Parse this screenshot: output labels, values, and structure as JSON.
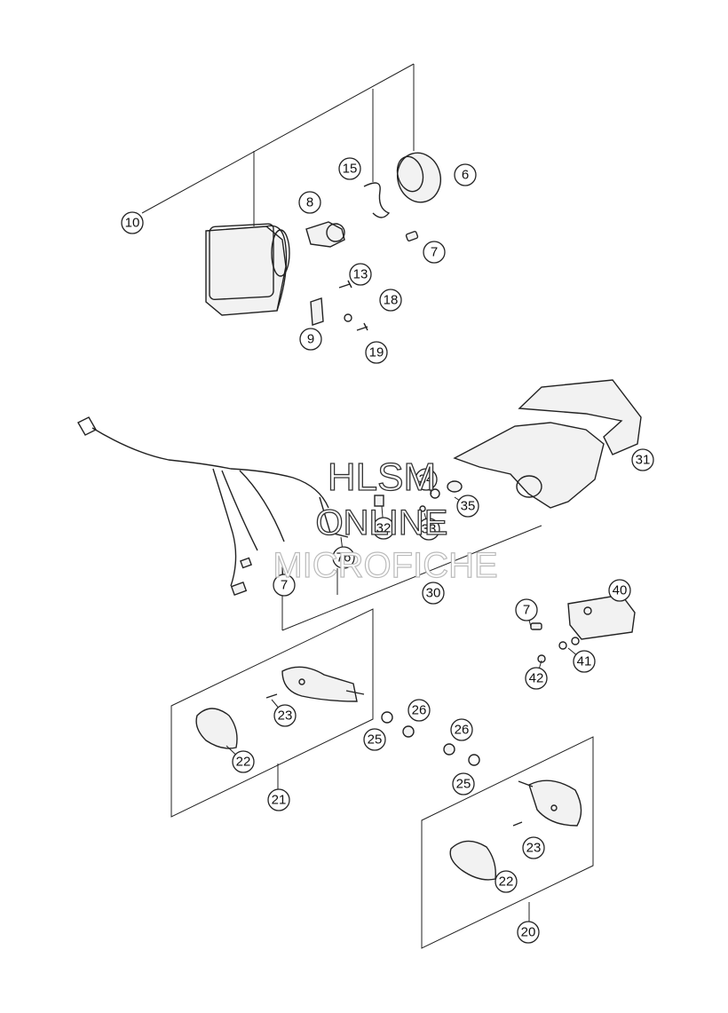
{
  "watermark": {
    "line1": "HLSM",
    "line2": "ONLINE",
    "line3": "MICROFICHE"
  },
  "callouts": [
    {
      "id": "c10",
      "label": "10"
    },
    {
      "id": "c15",
      "label": "15"
    },
    {
      "id": "c6",
      "label": "6"
    },
    {
      "id": "c8",
      "label": "8"
    },
    {
      "id": "c7a",
      "label": "7"
    },
    {
      "id": "c13",
      "label": "13"
    },
    {
      "id": "c18",
      "label": "18"
    },
    {
      "id": "c9",
      "label": "9"
    },
    {
      "id": "c19",
      "label": "19"
    },
    {
      "id": "c31",
      "label": "31"
    },
    {
      "id": "c34",
      "label": "34"
    },
    {
      "id": "c35",
      "label": "35"
    },
    {
      "id": "c32",
      "label": "32"
    },
    {
      "id": "c33",
      "label": "33"
    },
    {
      "id": "c76",
      "label": "76"
    },
    {
      "id": "c7b",
      "label": "7"
    },
    {
      "id": "c30",
      "label": "30"
    },
    {
      "id": "c40",
      "label": "40"
    },
    {
      "id": "c7c",
      "label": "7"
    },
    {
      "id": "c41",
      "label": "41"
    },
    {
      "id": "c42",
      "label": "42"
    },
    {
      "id": "c23a",
      "label": "23"
    },
    {
      "id": "c26a",
      "label": "26"
    },
    {
      "id": "c25a",
      "label": "25"
    },
    {
      "id": "c22a",
      "label": "22"
    },
    {
      "id": "c26b",
      "label": "26"
    },
    {
      "id": "c25b",
      "label": "25"
    },
    {
      "id": "c21",
      "label": "21"
    },
    {
      "id": "c23b",
      "label": "23"
    },
    {
      "id": "c22b",
      "label": "22"
    },
    {
      "id": "c20",
      "label": "20"
    }
  ]
}
